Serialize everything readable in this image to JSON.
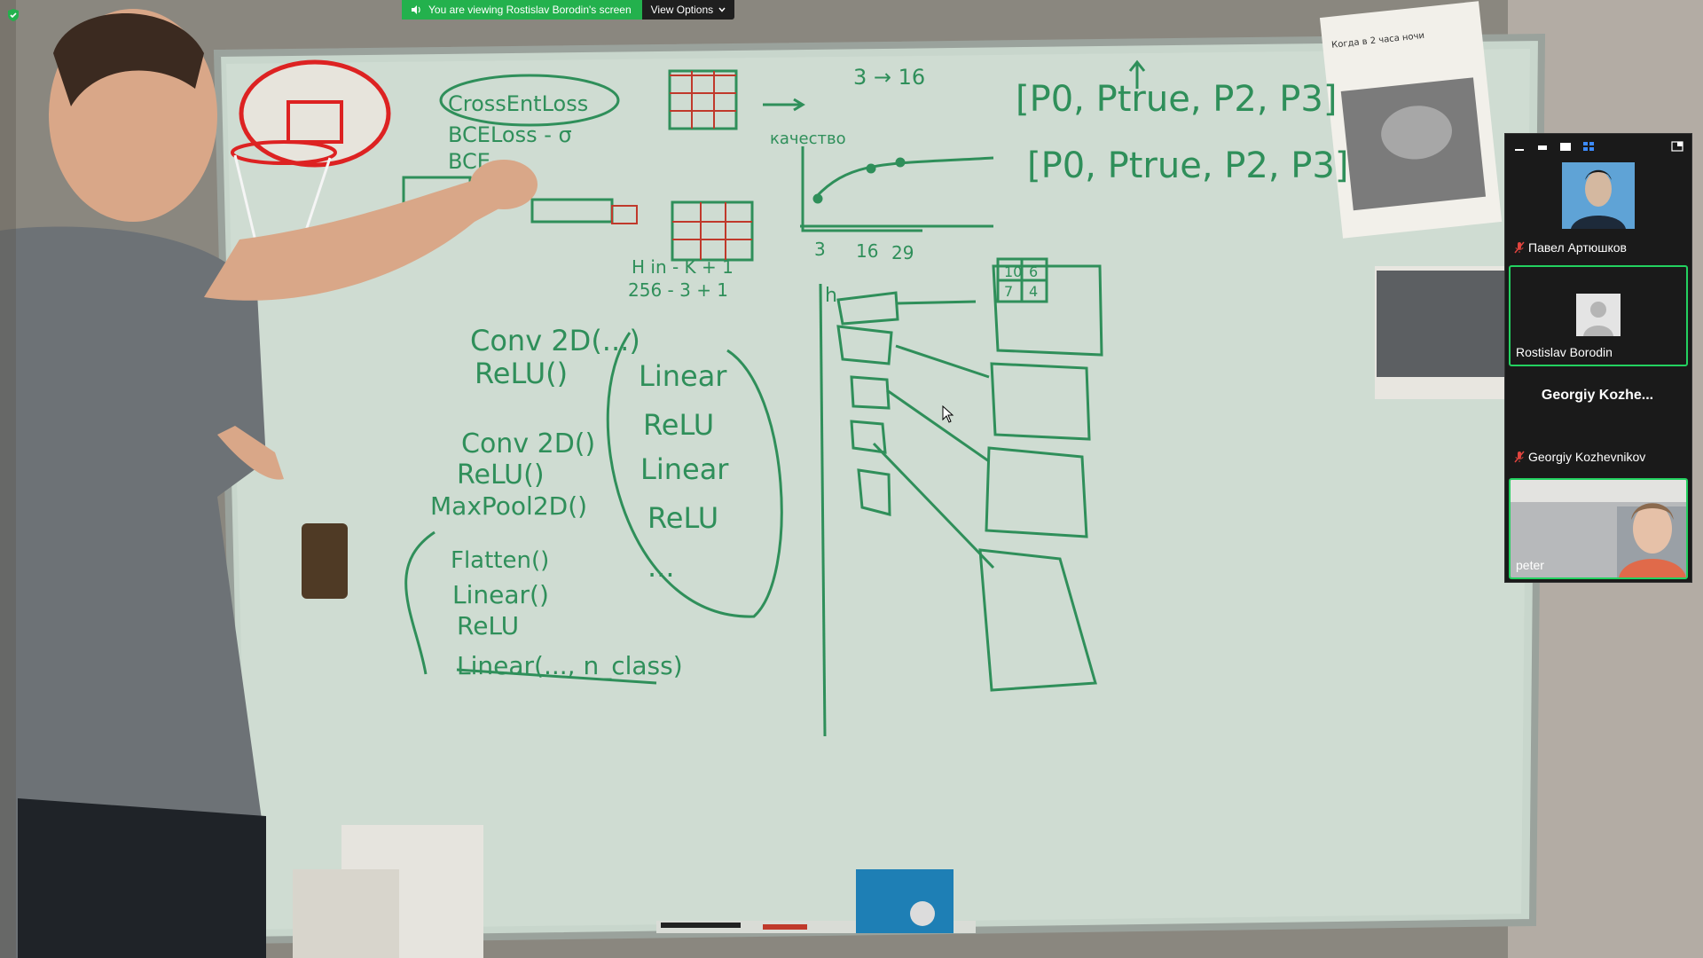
{
  "banner": {
    "viewing_text": "You are viewing Rostislav Borodin's screen",
    "view_options_label": "View Options"
  },
  "whiteboard": {
    "loss_1": "CrossEntLoss",
    "loss_2": "BCELoss - σ",
    "loss_3": "BCE",
    "scale": "3 → 16",
    "quality": "качество",
    "axis_ticks": [
      "3",
      "16",
      "29"
    ],
    "formula_1": "H in - K + 1",
    "formula_2": "256 - 3 + 1",
    "arch_1": [
      "Conv 2D(...)",
      "ReLU()",
      "Conv 2D()",
      "ReLU()",
      "MaxPool2D()",
      "Flatten()",
      "Linear()",
      "ReLU",
      "Linear(..., n_class)"
    ],
    "arch_2": [
      "Linear",
      "ReLU",
      "Linear",
      "ReLU",
      "..."
    ],
    "probs_1": "[P0, Ptrue, P2, P3]",
    "probs_2": "[P0, Ptrue, P2, P3]",
    "grid_values": [
      "10",
      "6",
      "7",
      "4"
    ],
    "h_label": "h"
  },
  "participants": [
    {
      "name": "Павел Артюшков",
      "muted": true
    },
    {
      "name": "Rostislav Borodin",
      "muted": false
    },
    {
      "name": "Georgiy Kozhe...",
      "full_name": "Georgiy Kozhevnikov",
      "muted": true
    },
    {
      "name": "peter",
      "muted": false
    }
  ],
  "colors": {
    "banner_green": "#23b14d",
    "active_border": "#23d160",
    "panel_bg": "#1a1a1a",
    "marker_green": "#2f8f5a",
    "marker_red": "#c0392b"
  }
}
